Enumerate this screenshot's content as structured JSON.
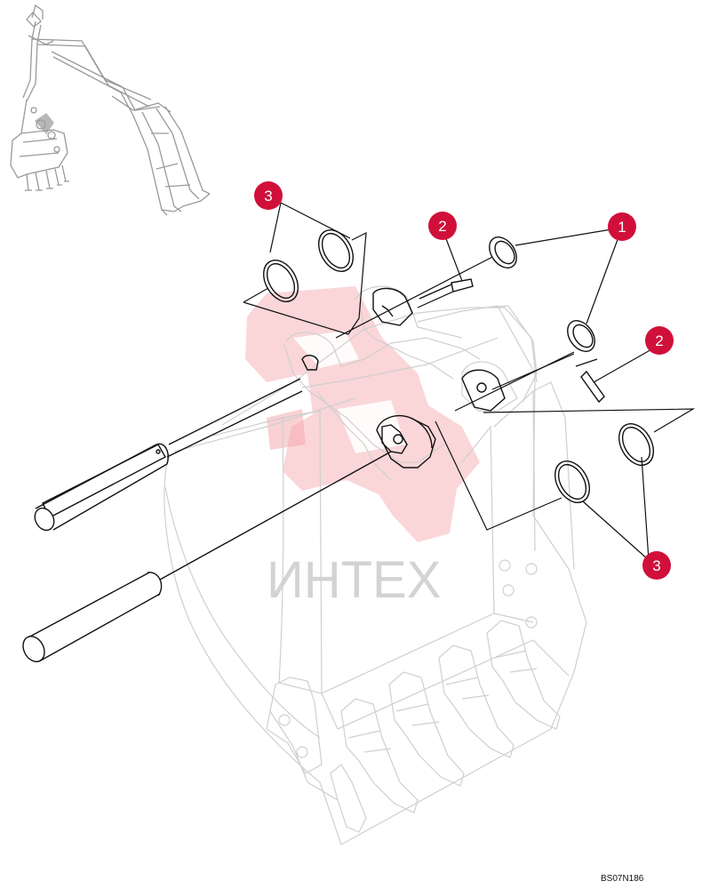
{
  "diagram": {
    "watermark_text": "ИНТЕХ",
    "drawing_code": "BS07N186",
    "badge_color": "#d0103a",
    "watermark_color": "#f4a3a8",
    "callouts": [
      {
        "id": "callout-3-upper-left",
        "label": "3"
      },
      {
        "id": "callout-2-upper",
        "label": "2"
      },
      {
        "id": "callout-1",
        "label": "1"
      },
      {
        "id": "callout-2-right",
        "label": "2"
      },
      {
        "id": "callout-3-lower-right",
        "label": "3"
      }
    ]
  }
}
